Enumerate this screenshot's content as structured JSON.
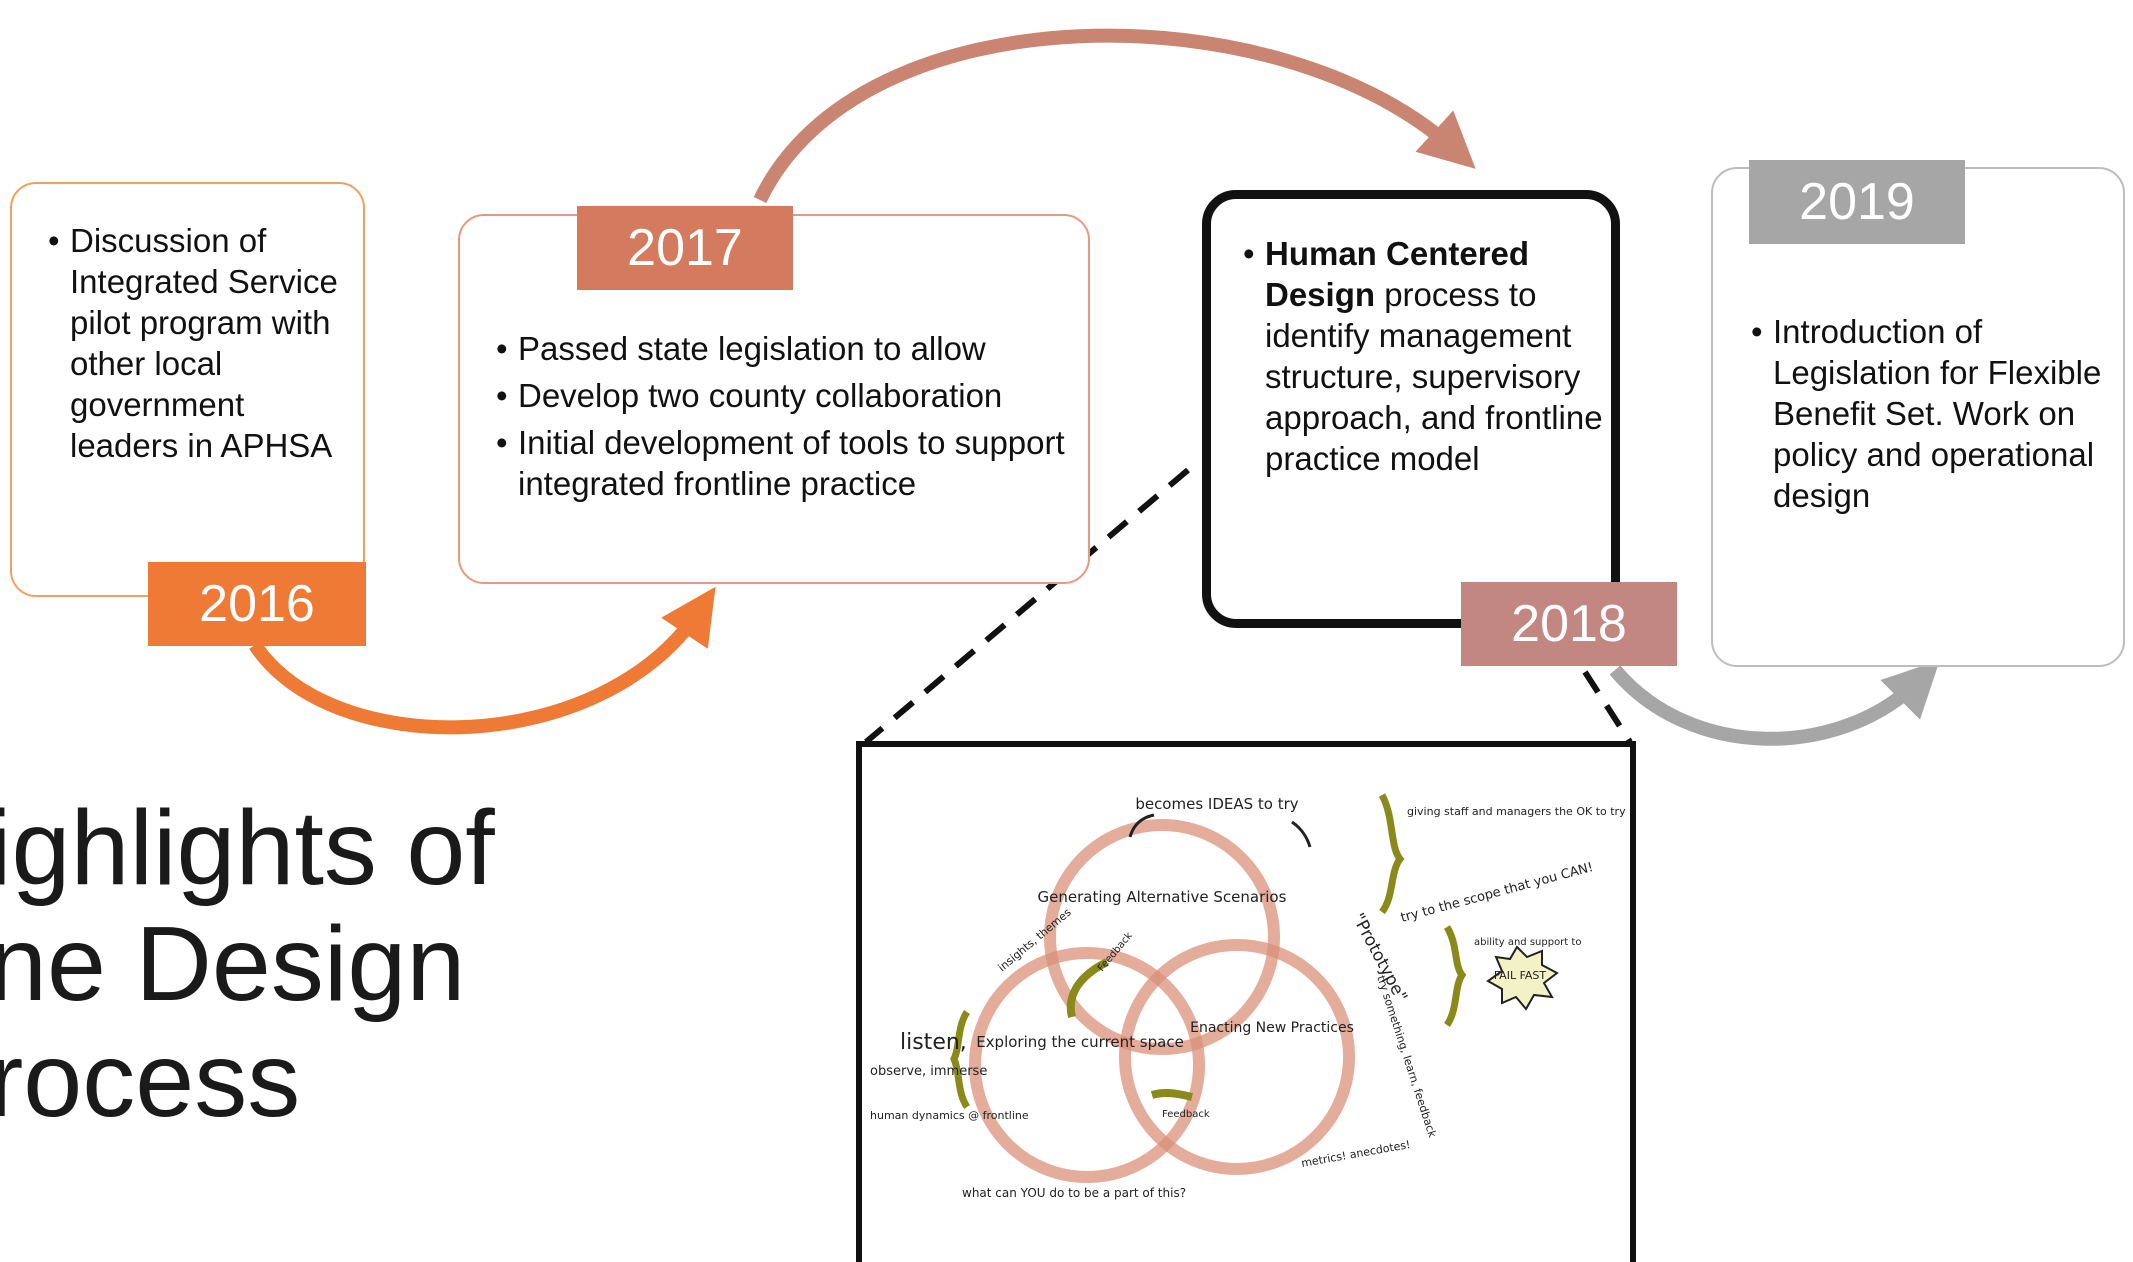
{
  "cards": [
    {
      "year": "2016",
      "items": [
        "Discussion of Integrated Service pilot program with other local government leaders in APHSA"
      ]
    },
    {
      "year": "2017",
      "items": [
        "Passed state legislation to allow",
        "Develop two county collaboration",
        "Initial development of tools to support integrated frontline practice"
      ]
    },
    {
      "year": "2018",
      "item_bold": "Human Centered Design",
      "item_rest": " process to identify management structure, supervisory approach, and frontline practice model"
    },
    {
      "year": "2019",
      "items": [
        "Introduction of Legislation for Flexible Benefit Set. Work on policy and operational design"
      ]
    }
  ],
  "heading_lines": [
    "ighlights of",
    "ne Design",
    "rocess"
  ],
  "sketch": {
    "circle_generating": "Generating Alternative Scenarios",
    "circle_exploring": "Exploring the current space",
    "circle_enacting": "Enacting New Practices",
    "top_note": "becomes IDEAS to try",
    "left_listen": "listen,",
    "left_observe": "observe, immerse",
    "left_human": "human dynamics @ frontline",
    "bottom_note": "what can YOU do to be a part of this?",
    "insights": "insights, themes",
    "feedback_1": "Feedback",
    "feedback_2": "Feedback",
    "right_giving": "giving staff and managers the OK to try",
    "right_scope": "try to the scope that you CAN!",
    "right_prototype": "\"Prototype\"",
    "right_try": "try something, learn, feedback",
    "right_ability": "ability and support to",
    "right_fail": "FAIL FAST",
    "right_metrics": "metrics! anecdotes!"
  },
  "colors": {
    "orange": "#ee7a36",
    "terracotta": "#d47a5e",
    "rose": "#c38782",
    "gray": "#a6a6a6",
    "arrow_top": "#c98472"
  }
}
